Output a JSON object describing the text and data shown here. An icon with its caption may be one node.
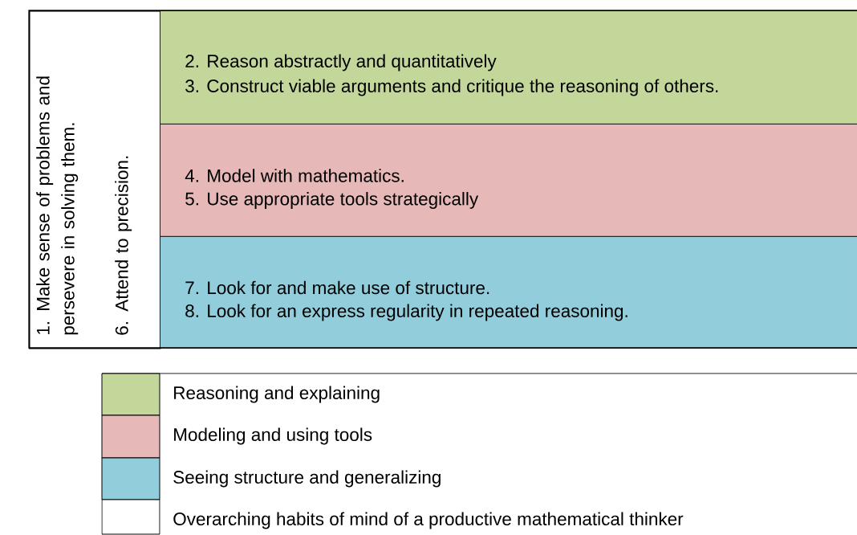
{
  "diagram": {
    "nodes": [
      {
        "text": [
          "1. Make sense of problems and persevere in solving them.",
          "6. Attend to precision."
        ]
      },
      {
        "text": [
          "2. Reason abstractly and quantitatively",
          "3. Construct viable arguments and critique the reasoning of others."
        ]
      },
      {
        "text": [
          "4. Model with mathematics.",
          "5. Use appropriate tools strategically"
        ]
      },
      {
        "text": [
          "7. Look for and make use of structure.",
          "8. Look for an express regularity in repeated reasoning."
        ]
      }
    ],
    "legend": [
      {
        "text": "Reasoning and explaining",
        "color": "#c4d79b"
      },
      {
        "text": "Modeling and using tools",
        "color": "#e6b8b7"
      },
      {
        "text": "Seeing structure and generalizing",
        "color": "#92cddc"
      },
      {
        "text": "Overarching habits of mind of a productive mathematical thinker",
        "color": "#ffffff"
      }
    ]
  }
}
